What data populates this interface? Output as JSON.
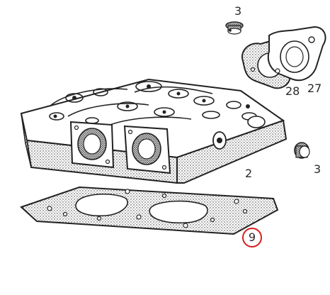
{
  "callouts": {
    "bolt_top": "3",
    "bolt_right": "3",
    "cover_gasket": "28",
    "cover_plate": "27",
    "cylinder_head": "2",
    "head_gasket": "9"
  },
  "highlight_color": "#d81e1e",
  "ink_color": "#2a2a2a"
}
